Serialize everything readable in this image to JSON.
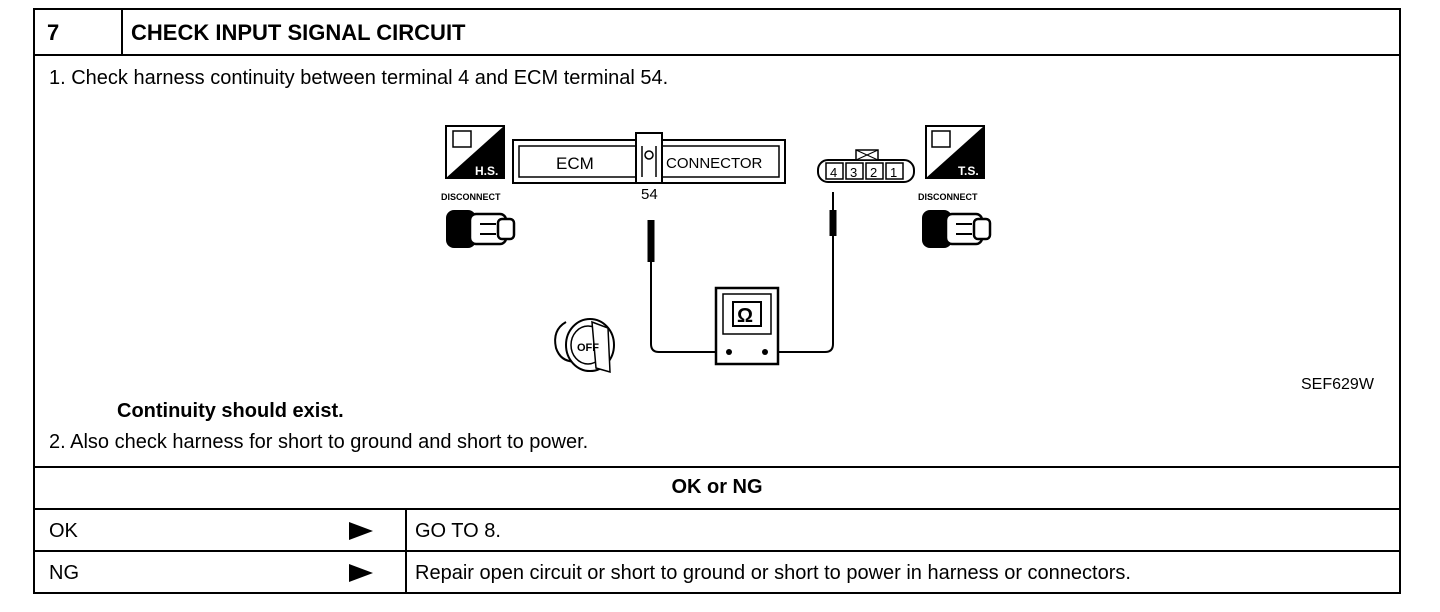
{
  "header": {
    "step_number": "7",
    "title": "CHECK INPUT SIGNAL CIRCUIT"
  },
  "body": {
    "step1": "1.  Check harness continuity between terminal 4 and ECM terminal 54.",
    "result": "Continuity should exist.",
    "step2": "2.  Also check harness for short to ground and short to power.",
    "figure_code": "SEF629W"
  },
  "diagram": {
    "hs_label": "H.S.",
    "ts_label": "T.S.",
    "disconnect_left": "DISCONNECT",
    "disconnect_right": "DISCONNECT",
    "ecm_label": "ECM",
    "connector_label": "CONNECTOR",
    "terminal_54": "54",
    "pins": [
      "4",
      "3",
      "2",
      "1"
    ],
    "ohm_symbol": "Ω",
    "key_label": "OFF"
  },
  "judgement": {
    "label": "OK or NG"
  },
  "rows": [
    {
      "label": "OK",
      "action": "GO TO 8."
    },
    {
      "label": "NG",
      "action": "Repair open circuit or short to ground or short to power in harness or connectors."
    }
  ]
}
